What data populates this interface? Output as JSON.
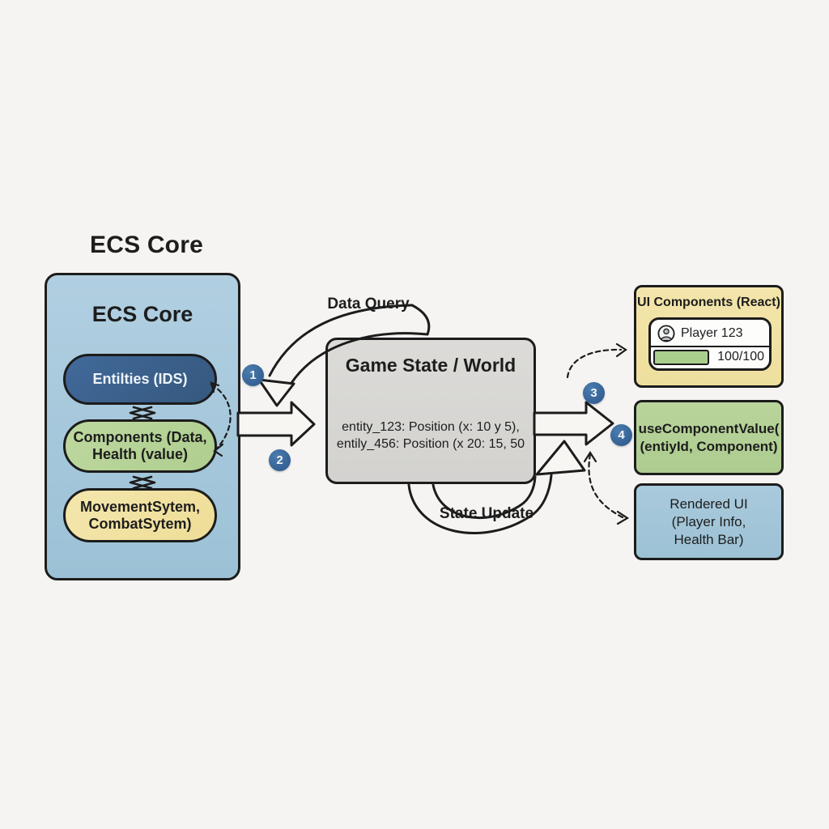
{
  "diagram_title": "ECS Core",
  "colors": {
    "background": "#f5f4f2",
    "outline": "#1c1c1c",
    "panel_blue": "#a7c9dc",
    "pill_dark_blue": "#3a618e",
    "pill_green": "#b7d39b",
    "pill_yellow": "#f2e4a6",
    "game_box_gray": "#d8d7d4",
    "ui_box_yellow": "#f0e2a4",
    "hook_box_green": "#b4d097",
    "rendered_box_blue": "#a3c6da",
    "step_circle_blue": "#3a6a9e",
    "health_fill_green": "#a9cf8d"
  },
  "ecs_panel": {
    "heading": "ECS Core",
    "pills": [
      {
        "name": "entities",
        "line1": "Entilties (IDS)",
        "line2": ""
      },
      {
        "name": "components",
        "line1": "Components (Data,",
        "line2": "Health (value)"
      },
      {
        "name": "systems",
        "line1": "MovementSytem,",
        "line2": "CombatSytem)"
      }
    ]
  },
  "game_state": {
    "heading": "Game State / World",
    "entries": [
      "entity_123: Position (x: 10 y 5),",
      "entily_456: Position (x 20: 15, 50"
    ]
  },
  "flows": {
    "data_query": "Data Query",
    "state_update": "State Update",
    "steps": [
      "1",
      "2",
      "3",
      "4"
    ]
  },
  "ui_components": {
    "heading": "UI Components (React)",
    "player_card": {
      "player_label": "Player 123",
      "health_label": "100/100",
      "health_percent": 50
    }
  },
  "hook_box": {
    "line1": "useComponentValue(",
    "line2": "(entiyId, Component)"
  },
  "rendered_ui": {
    "line1": "Rendered UI",
    "line2": "(Player Info,",
    "line3": "Health Bar)"
  }
}
